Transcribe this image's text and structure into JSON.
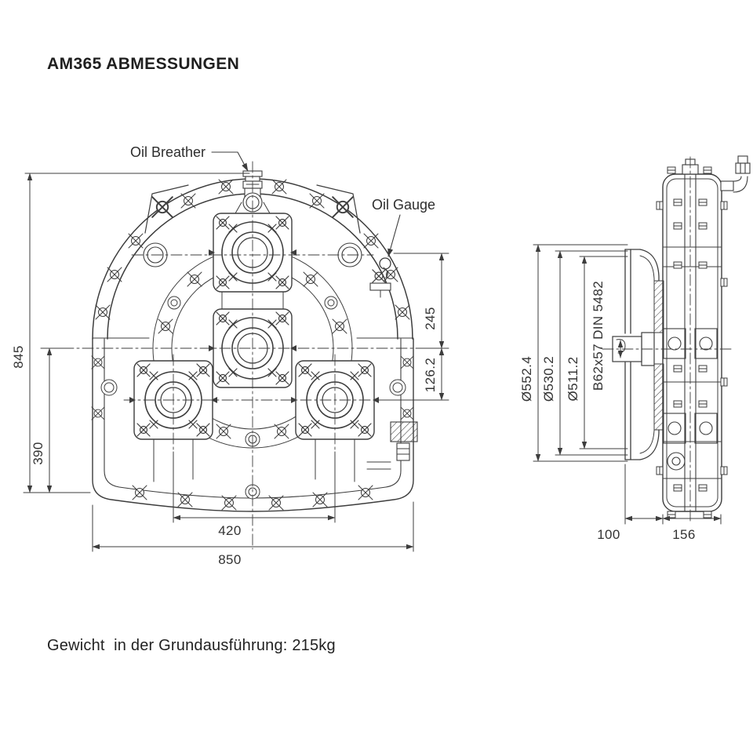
{
  "page": {
    "title": "AM365 ABMESSUNGEN",
    "footer": "Gewicht  in der Grundausführung: 215kg"
  },
  "front_view": {
    "labels": {
      "oil_breather": "Oil Breather",
      "oil_gauge": "Oil Gauge"
    },
    "dimensions": {
      "overall_height": "845",
      "centerline_to_base": "390",
      "mid_to_output_offset": "126.2",
      "top_to_mid_offset": "245",
      "output_shaft_spacing": "420",
      "overall_width": "850"
    }
  },
  "side_view": {
    "dimensions": {
      "bell_outer_diameter": "Ø552.4",
      "bell_pilot_diameter": "Ø530.2",
      "bell_inner_diameter": "Ø511.2",
      "input_spline": "B62x57 DIN 5482",
      "bell_depth": "100",
      "housing_width": "156"
    }
  },
  "colors": {
    "line": "#3d3d3d",
    "text": "#333333",
    "background": "#ffffff"
  }
}
